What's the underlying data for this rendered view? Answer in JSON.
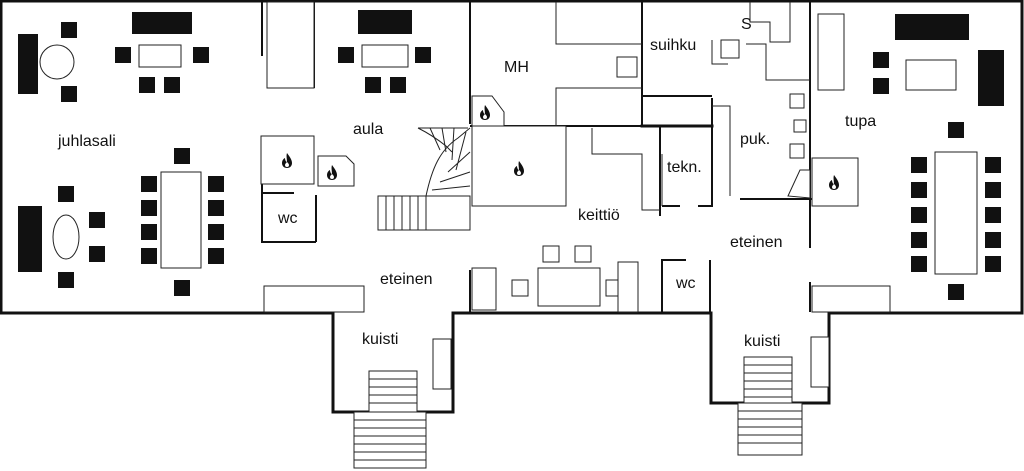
{
  "rooms": {
    "juhlasali": "juhlasali",
    "aula": "aula",
    "mh": "MH",
    "suihku": "suihku",
    "s": "S",
    "puk": "puk.",
    "tupa": "tupa",
    "tekn": "tekn.",
    "keittio": "keittiö",
    "eteinen_left": "eteinen",
    "eteinen_right": "eteinen",
    "wc_left": "wc",
    "wc_right": "wc",
    "kuisti_left": "kuisti",
    "kuisti_right": "kuisti"
  },
  "colors": {
    "line": "#111111",
    "background": "#ffffff"
  },
  "icons": {
    "fireplace": "flame-icon"
  }
}
